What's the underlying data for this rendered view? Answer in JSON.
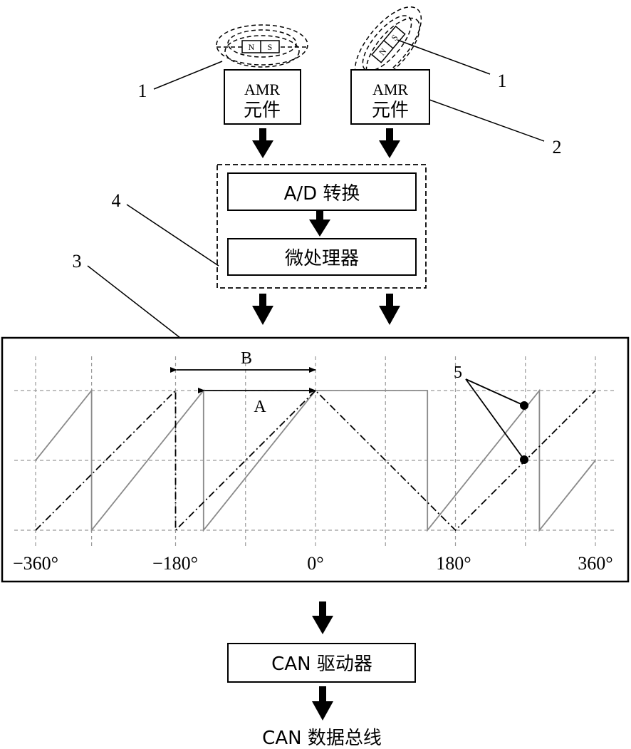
{
  "sensors": {
    "left": {
      "label_line1": "AMR",
      "label_line2": "元件",
      "magnet_n": "N",
      "magnet_s": "S",
      "callout": "1"
    },
    "right": {
      "label_line1": "AMR",
      "label_line2": "元件",
      "magnet_n": "N",
      "magnet_s": "S",
      "callout": "1",
      "element_callout": "2"
    }
  },
  "processing": {
    "adc_label": "A/D 转换",
    "mcu_label": "微处理器",
    "callout": "4"
  },
  "graph": {
    "callout": "3",
    "marker_b": "B",
    "marker_a": "A",
    "points_callout": "5",
    "x_ticks": [
      "−360°",
      "−180°",
      "0°",
      "180°",
      "360°"
    ]
  },
  "can": {
    "driver_label": "CAN 驱动器",
    "bus_label": "CAN 数据总线"
  },
  "chart_data": {
    "type": "line",
    "x_ticks": [
      "−360°",
      "−180°",
      "0°",
      "180°",
      "360°"
    ],
    "xlim": [
      -360,
      360
    ],
    "series": [
      {
        "style": "solid",
        "x": [
          -360,
          -288,
          -288,
          -144,
          -144,
          0,
          144,
          144,
          288,
          288,
          360
        ],
        "y": [
          1,
          2,
          0,
          2,
          0,
          2,
          2,
          0,
          2,
          0,
          1
        ]
      },
      {
        "style": "dash-dot",
        "x": [
          -360,
          -180,
          -180,
          0,
          180,
          360
        ],
        "y": [
          0,
          2,
          0,
          2,
          0,
          2
        ]
      }
    ],
    "annotations": [
      {
        "label": "B",
        "from": -180,
        "to": 0
      },
      {
        "label": "A",
        "from": -144,
        "to": 0
      }
    ]
  }
}
